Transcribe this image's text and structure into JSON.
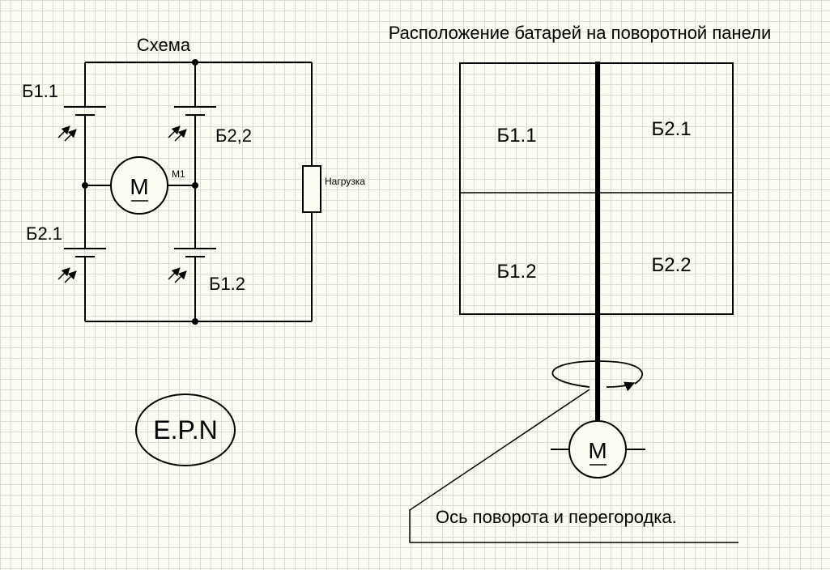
{
  "schema": {
    "title": "Схема",
    "battery_labels": [
      "Б1.1",
      "Б2,2",
      "Б2.1",
      "Б1.2"
    ],
    "motor_label": "М1",
    "motor_symbol": "M",
    "load_label": "Нагрузка"
  },
  "layout_panel": {
    "title": "Расположение батарей на поворотной панели",
    "cells": [
      "Б1.1",
      "Б2.1",
      "Б1.2",
      "Б2.2"
    ],
    "motor_symbol": "M",
    "axis_note": "Ось поворота  и перегородка."
  },
  "logo": {
    "text": "E.P.N"
  },
  "colors": {
    "background": "#fcfcf2",
    "grid": "#dcdcd0",
    "ink": "#000000"
  }
}
